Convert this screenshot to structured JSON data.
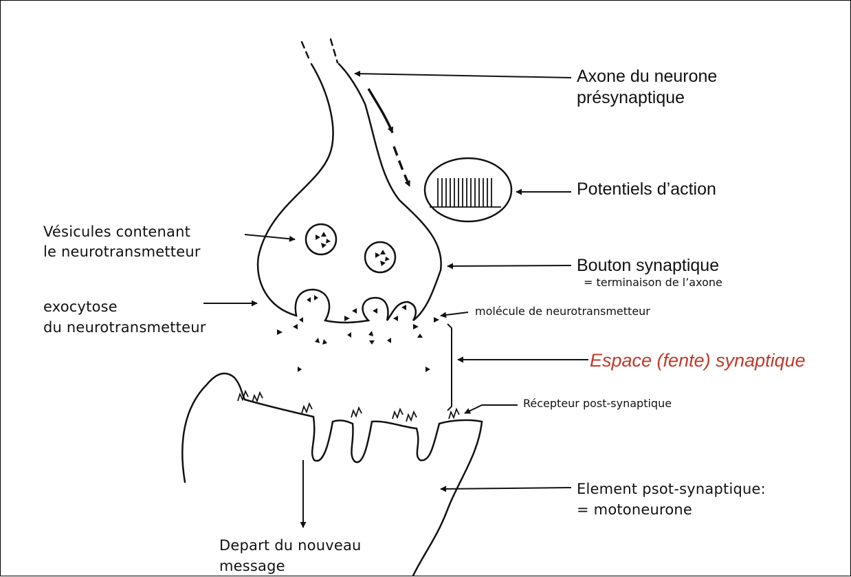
{
  "labels": {
    "axone": "Axone du neurone\nprésynaptique",
    "potentiels": "Potentiels d’action",
    "vesicules": "Vésicules contenant\nle neurotransmetteur",
    "bouton": "Bouton synaptique",
    "terminaison": "= terminaison de l’axone",
    "exocytose": "exocytose\ndu neurotransmetteur",
    "molecule": "molécule de neurotransmetteur",
    "espace": "Espace (fente) synaptique",
    "recepteur": "Récepteur post-synaptique",
    "element": "Element psot-synaptique:\n= motoneurone",
    "depart": "Depart du nouveau\nmessage"
  },
  "colors": {
    "ink": "#111111",
    "accent_red": "#c0392b"
  }
}
